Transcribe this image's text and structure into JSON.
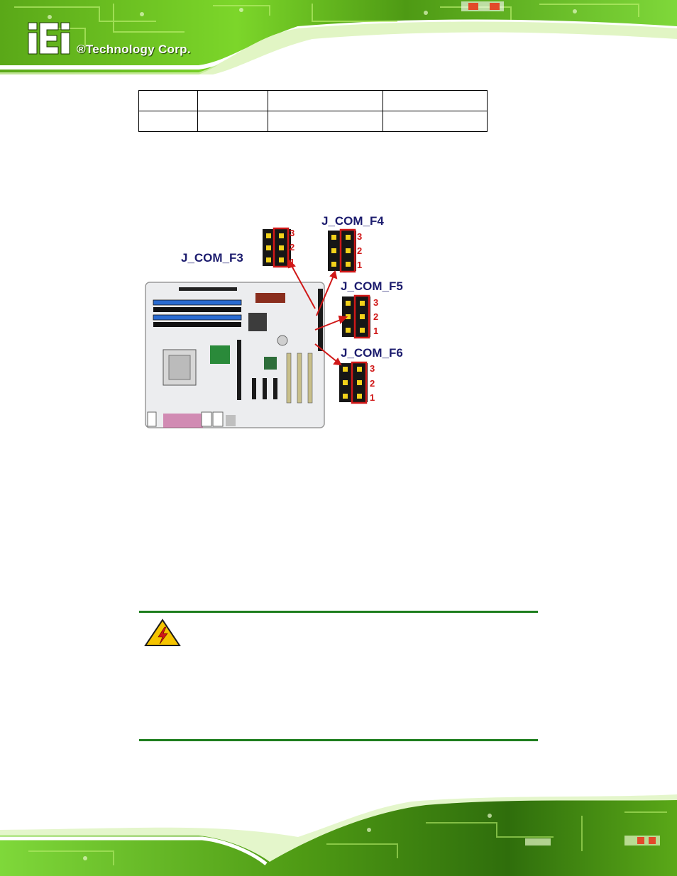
{
  "header": {
    "logo_letters": "iEi",
    "company": "®Technology Corp."
  },
  "table": {
    "rows": [
      [
        "",
        "",
        "",
        ""
      ],
      [
        "",
        "",
        "",
        ""
      ]
    ]
  },
  "diagram": {
    "connectors": [
      {
        "id": "f3",
        "label": "J_COM_F3",
        "pins": [
          "3",
          "2",
          "1"
        ]
      },
      {
        "id": "f4",
        "label": "J_COM_F4",
        "pins": [
          "3",
          "2",
          "1"
        ]
      },
      {
        "id": "f5",
        "label": "J_COM_F5",
        "pins": [
          "3",
          "2",
          "1"
        ]
      },
      {
        "id": "f6",
        "label": "J_COM_F6",
        "pins": [
          "3",
          "2",
          "1"
        ]
      }
    ]
  },
  "colors": {
    "brand_green": "#6ac41e",
    "dark_green": "#1e7e1e",
    "label_navy": "#1c1c6e",
    "pin_red": "#d01818",
    "warning_yellow": "#f5c400"
  }
}
